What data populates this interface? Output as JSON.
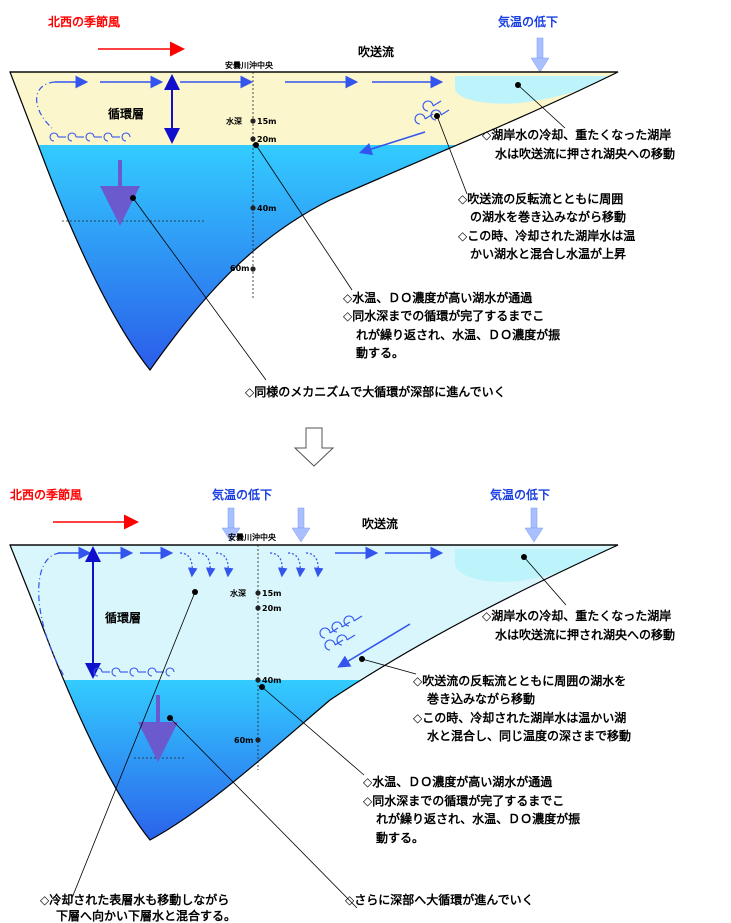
{
  "colors": {
    "wind": "#ff0000",
    "air_temp": "#1a3fe0",
    "arrow": "#3355ee",
    "down_arrow": "#6a5acd",
    "circulation": "#1010cc",
    "surface_warm": "#fbf6cc",
    "surface_cool": "#d8f6fb",
    "deep_top": "#33ccff",
    "deep_bottom": "#2a55e8",
    "shore_water": "#bdf3fb"
  },
  "top": {
    "wind_label": "北西の季節風",
    "air_temp_label": "気温の低下",
    "flow_label": "吹送流",
    "station_label": "安曇川沖中央",
    "layer_label": "循環層",
    "depth_axis_label": "水深",
    "depths": [
      "15m",
      "20m",
      "40m",
      "60m"
    ],
    "notes": {
      "n1": [
        "◇湖岸水の冷却、重たくなった湖岸",
        "水は吹送流に押され湖央への移動"
      ],
      "n2": [
        "◇吹送流の反転流とともに周囲",
        "の湖水を巻き込みながら移動",
        "◇この時、冷却された湖岸水は温",
        "かい湖水と混合し水温が上昇"
      ],
      "n3": [
        "◇水温、ＤＯ濃度が高い湖水が通過",
        "◇同水深までの循環が完了するまでこ",
        "れが繰り返され、水温、ＤＯ濃度が振",
        "動する。"
      ],
      "n4": "◇同様のメカニズムで大循環が深部に進んでいく"
    }
  },
  "bottom": {
    "wind_label": "北西の季節風",
    "air_temp_label_1": "気温の低下",
    "air_temp_label_2": "気温の低下",
    "flow_label": "吹送流",
    "station_label": "安曇川沖中央",
    "layer_label": "循環層",
    "depth_axis_label": "水深",
    "depths": [
      "15m",
      "20m",
      "40m",
      "60m"
    ],
    "notes": {
      "n1": [
        "◇湖岸水の冷却、重たくなった湖岸",
        "水は吹送流に押され湖央への移動"
      ],
      "n2": [
        "◇吹送流の反転流とともに周囲の湖水を",
        "巻き込みながら移動",
        "◇この時、冷却された湖岸水は温かい湖",
        "水と混合し、同じ温度の深さまで移動"
      ],
      "n3": [
        "◇水温、ＤＯ濃度が高い湖水が通過",
        "◇同水深までの循環が完了するまでこ",
        "れが繰り返され、水温、ＤＯ濃度が振",
        "動する。"
      ],
      "n4": [
        "◇冷却された表層水も移動しながら",
        "下層へ向かい下層水と混合する。"
      ],
      "n5": "◇さらに深部へ大循環が進んでいく"
    }
  }
}
